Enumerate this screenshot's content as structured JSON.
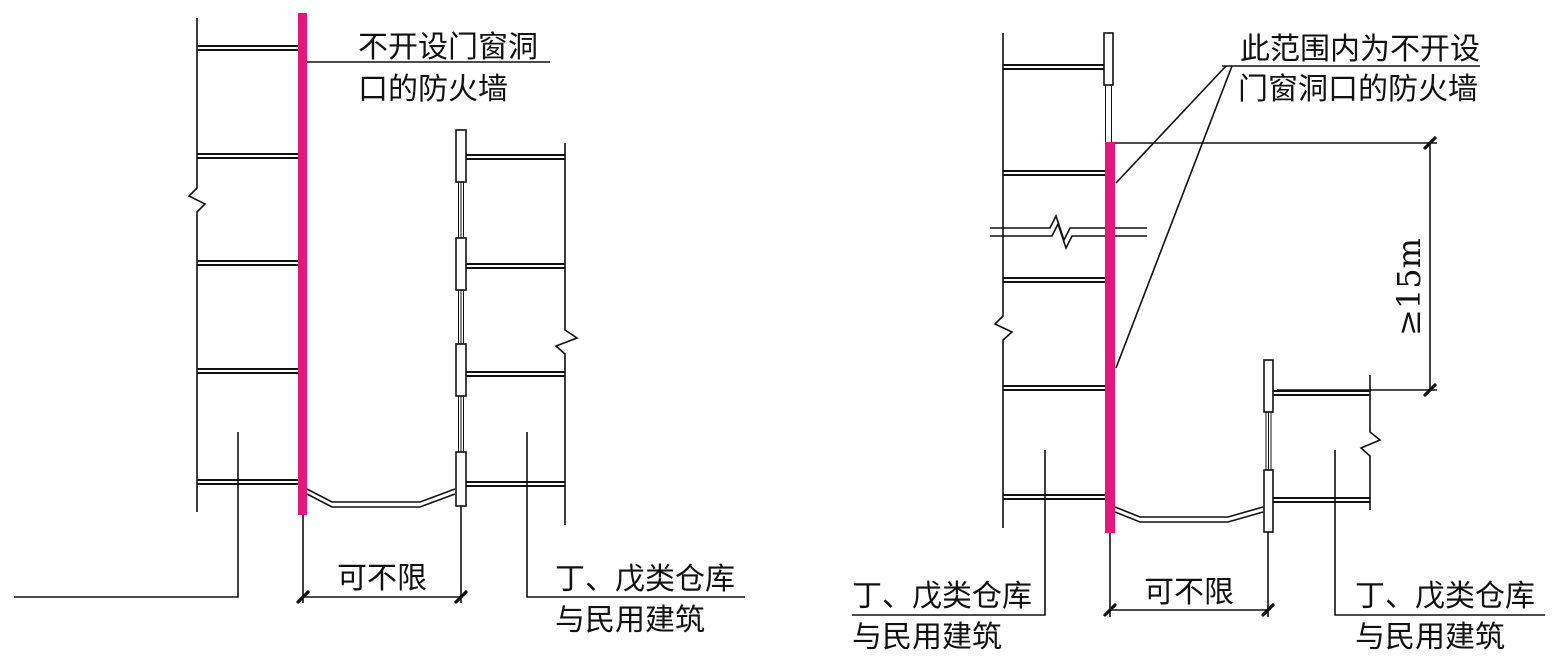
{
  "left_diagram": {
    "wall_label_line1": "不开设门窗洞",
    "wall_label_line2": "口的防火墙",
    "spacing_label": "可不限",
    "building_label_line1": "丁、戊类仓库",
    "building_label_line2": "与民用建筑"
  },
  "right_diagram": {
    "wall_label_line1": "此范围内为不开设",
    "wall_label_line2": "门窗洞口的防火墙",
    "height_label": "≥15m",
    "spacing_label": "可不限",
    "left_building_label_line1": "丁、戊类仓库",
    "left_building_label_line2": "与民用建筑",
    "right_building_label_line1": "丁、戊类仓库",
    "right_building_label_line2": "与民用建筑"
  },
  "colors": {
    "fire_wall": "#e4177f"
  }
}
